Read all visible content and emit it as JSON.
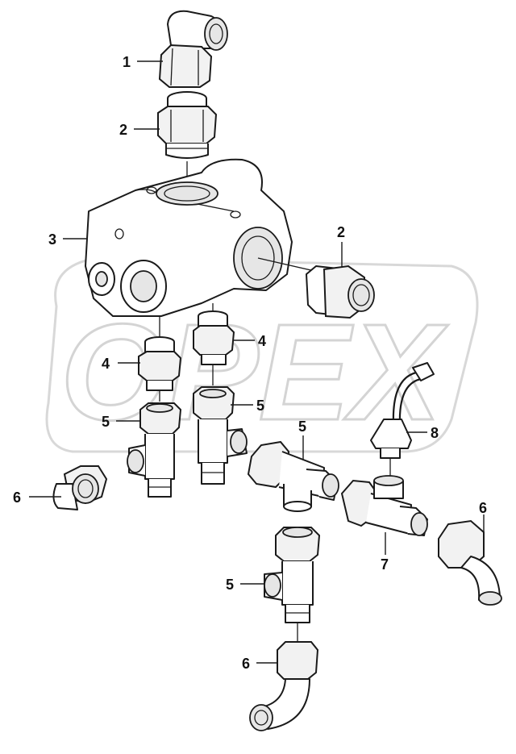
{
  "watermark": {
    "logo_text": "OPEX"
  },
  "callouts": [
    {
      "id": "c1",
      "label": "1"
    },
    {
      "id": "c2a",
      "label": "2"
    },
    {
      "id": "c2b",
      "label": "2"
    },
    {
      "id": "c3",
      "label": "3"
    },
    {
      "id": "c4a",
      "label": "4"
    },
    {
      "id": "c4b",
      "label": "4"
    },
    {
      "id": "c5a",
      "label": "5"
    },
    {
      "id": "c5b",
      "label": "5"
    },
    {
      "id": "c5c",
      "label": "5"
    },
    {
      "id": "c5d",
      "label": "5"
    },
    {
      "id": "c6a",
      "label": "6"
    },
    {
      "id": "c6b",
      "label": "6"
    },
    {
      "id": "c6c",
      "label": "6"
    },
    {
      "id": "c7",
      "label": "7"
    },
    {
      "id": "c8",
      "label": "8"
    }
  ]
}
